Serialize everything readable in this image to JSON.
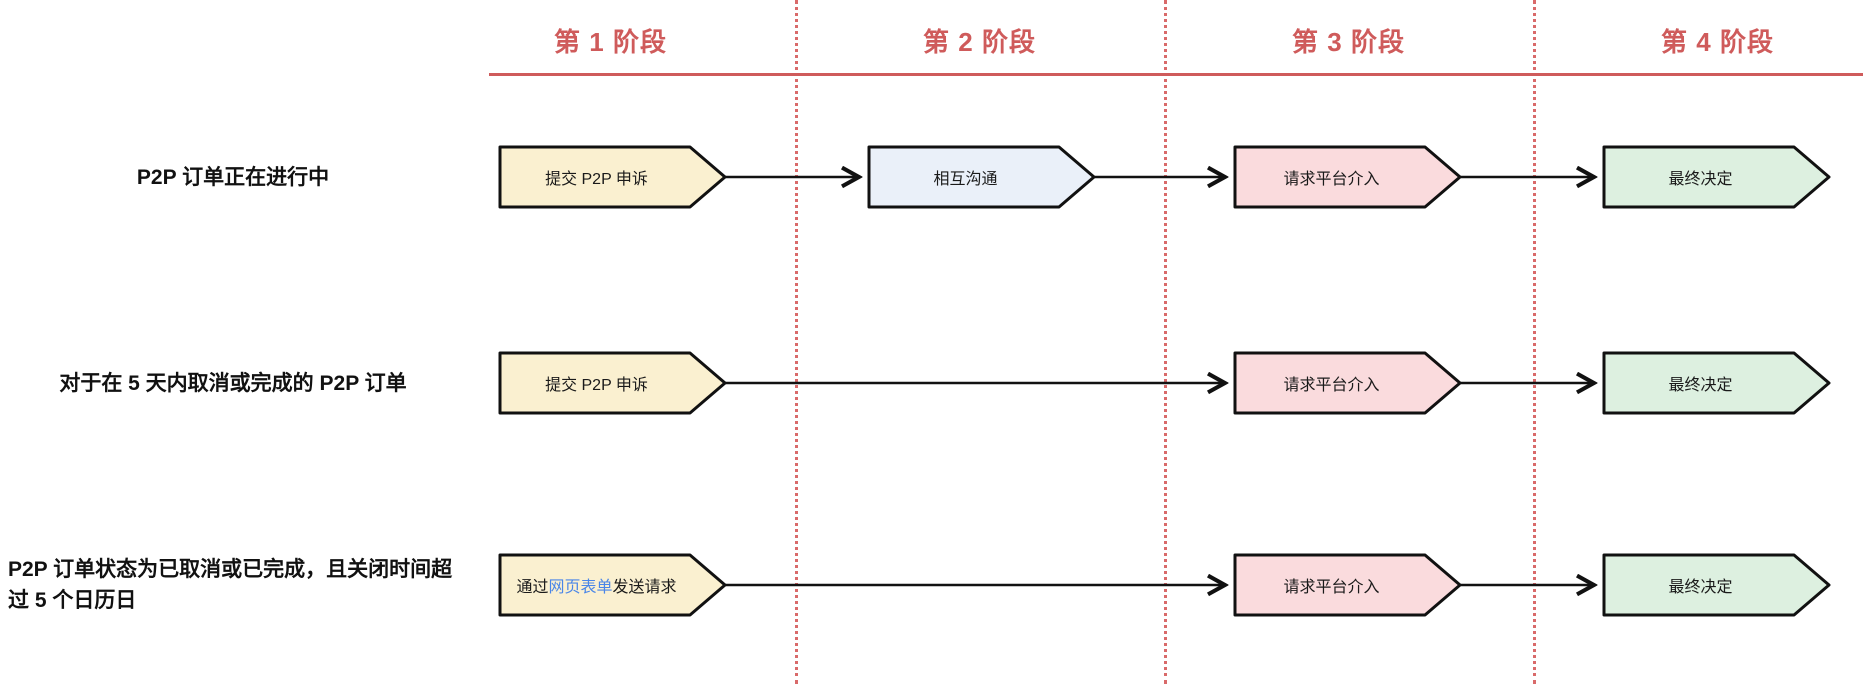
{
  "diagram_title": "P2P appeal process swimlane flow",
  "colors": {
    "accent_red": "#cf5b5b",
    "separator_red": "#d96a6a",
    "step_yellow": "#faf0d0",
    "step_blue": "#eaf0f9",
    "step_pink": "#fadbdd",
    "step_green": "#ddf0e0",
    "link_blue": "#4a86e8",
    "shape_border": "#111111"
  },
  "stages": [
    {
      "label": "第 1 阶段"
    },
    {
      "label": "第 2 阶段"
    },
    {
      "label": "第 3 阶段"
    },
    {
      "label": "第 4 阶段"
    }
  ],
  "rows": [
    {
      "label": "P2P 订单正在进行中",
      "steps": {
        "stage1": {
          "text": "提交 P2P 申诉"
        },
        "stage2": {
          "text": "相互沟通"
        },
        "stage3": {
          "text": "请求平台介入"
        },
        "stage4": {
          "text": "最终决定"
        }
      }
    },
    {
      "label": "对于在 5 天内取消或完成的 P2P 订单",
      "steps": {
        "stage1": {
          "text": "提交 P2P 申诉"
        },
        "stage3": {
          "text": "请求平台介入"
        },
        "stage4": {
          "text": "最终决定"
        }
      }
    },
    {
      "label_line1": "P2P 订单状态为已取消或已完成，且关闭时间超",
      "label_line2": "过 5 个日历日",
      "steps": {
        "stage1": {
          "text_prefix": "通过",
          "link_text": "网页表单",
          "text_suffix": "发送请求"
        },
        "stage3": {
          "text": "请求平台介入"
        },
        "stage4": {
          "text": "最终决定"
        }
      }
    }
  ]
}
